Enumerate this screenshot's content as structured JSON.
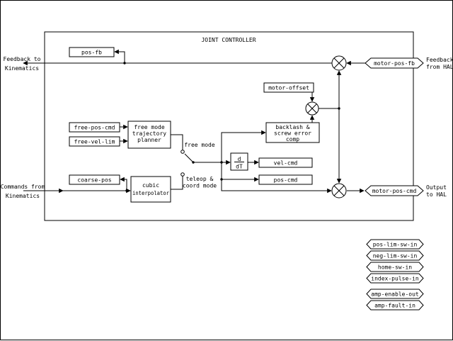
{
  "diagram": {
    "title": "JOINT CONTROLLER",
    "colors": {
      "foreground": "#000000",
      "background": "#ffffff"
    },
    "external_labels": {
      "feedback_to_kinematics": {
        "line1": "Feedback to",
        "line2": "Kinematics"
      },
      "commands_from_kinematics": {
        "line1": "Commands from",
        "line2": "Kinematics"
      },
      "feedback_from_hal": {
        "line1": "Feedback",
        "line2": "from HAL"
      },
      "output_to_hal": {
        "line1": "Output",
        "line2": "to HAL"
      }
    },
    "blocks": {
      "pos_fb": "pos-fb",
      "motor_offset": "motor-offset",
      "free_pos_cmd": "free-pos-cmd",
      "free_vel_lim": "free-vel-lim",
      "trajectory_planner": {
        "line1": "free mode",
        "line2": "trajectory",
        "line3": "planner"
      },
      "coarse_pos": "coarse-pos",
      "cubic_interpolator": {
        "line1": "cubic",
        "line2": "interpolator"
      },
      "backlash_comp": {
        "line1": "backlash &",
        "line2": "screw error",
        "line3": "comp"
      },
      "derivative": {
        "numerator": "d",
        "denominator": "dT"
      },
      "vel_cmd": "vel-cmd",
      "pos_cmd": "pos-cmd"
    },
    "mode_labels": {
      "free_mode": "free mode",
      "teleop_line1": "teleop &",
      "teleop_line2": "coord mode"
    },
    "hal_tags": {
      "motor_pos_fb": "motor-pos-fb",
      "motor_pos_cmd": "motor-pos-cmd"
    },
    "hal_pin_list": [
      "pos-lim-sw-in",
      "neg-lim-sw-in",
      "home-sw-in",
      "index-pulse-in",
      "amp-enable-out",
      "amp-fault-in"
    ]
  }
}
